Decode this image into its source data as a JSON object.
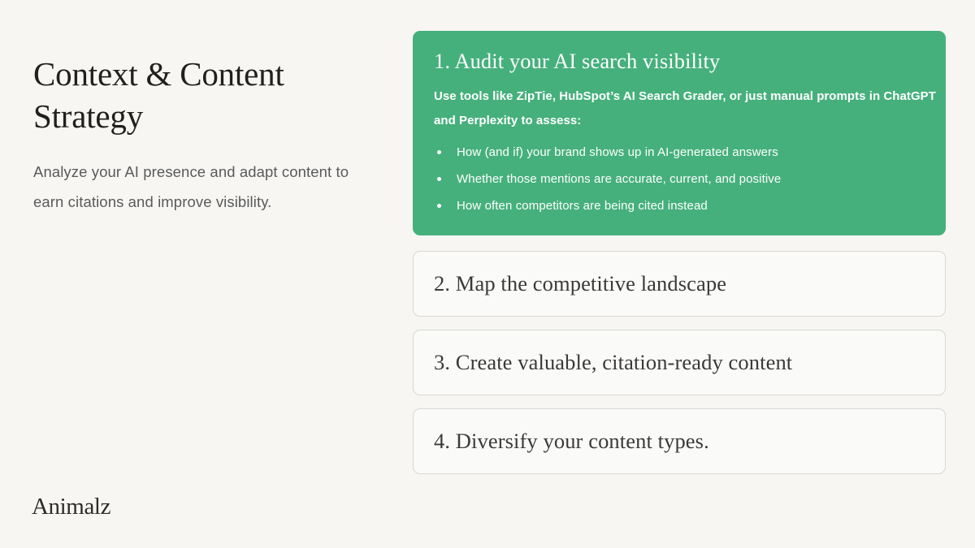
{
  "slide": {
    "background_color": "#f7f6f3",
    "title": "Context & Content Strategy",
    "subtitle": "Analyze your AI presence and adapt content to earn citations and improve visibility.",
    "logo": "Animalz"
  },
  "accent_color": "#45b07c",
  "accordion": {
    "open_card": {
      "number": "1.",
      "title": "1. Audit your AI search visibility",
      "description": "Use tools like ZipTie, HubSpot’s AI Search Grader, or just manual prompts in ChatGPT and Perplexity to assess:",
      "bullets": [
        "How (and if) your brand shows up in AI-generated answers",
        "Whether those mentions are accurate, current, and positive",
        "How often competitors are being cited instead"
      ]
    },
    "closed_cards": [
      {
        "title": "2. Map the competitive landscape"
      },
      {
        "title": "3. Create valuable, citation-ready content"
      },
      {
        "title": "4. Diversify your content types."
      }
    ]
  }
}
